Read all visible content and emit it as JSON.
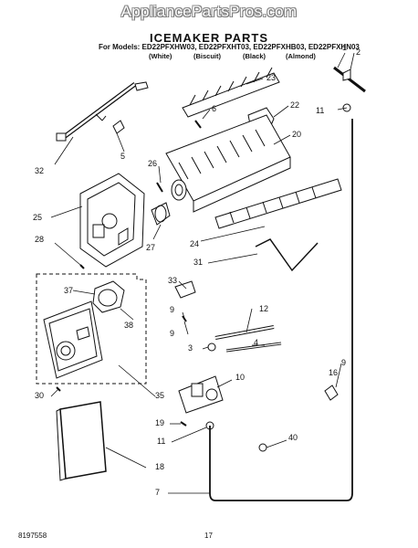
{
  "header": {
    "site": "AppliancePartsPros.com",
    "title": "ICEMAKER PARTS",
    "models": "For Models: ED22PFXHW03, ED22PFXHT03, ED22PFXHB03, ED22PFXHN03",
    "colors": [
      "(White)",
      "(Biscuit)",
      "(Black)",
      "(Almond)"
    ]
  },
  "callouts": [
    "1",
    "2",
    "23",
    "6",
    "22",
    "11",
    "20",
    "26",
    "32",
    "5",
    "25",
    "28",
    "27",
    "24",
    "31",
    "33",
    "37",
    "9",
    "12",
    "38",
    "9",
    "3",
    "4",
    "10",
    "9",
    "16",
    "30",
    "35",
    "19",
    "11",
    "40",
    "18",
    "7"
  ],
  "footer": {
    "doc_number": "8197558",
    "page_number": "17"
  },
  "colors": {
    "ink": "#111111",
    "background": "#ffffff",
    "watermark": "#ffffff"
  }
}
